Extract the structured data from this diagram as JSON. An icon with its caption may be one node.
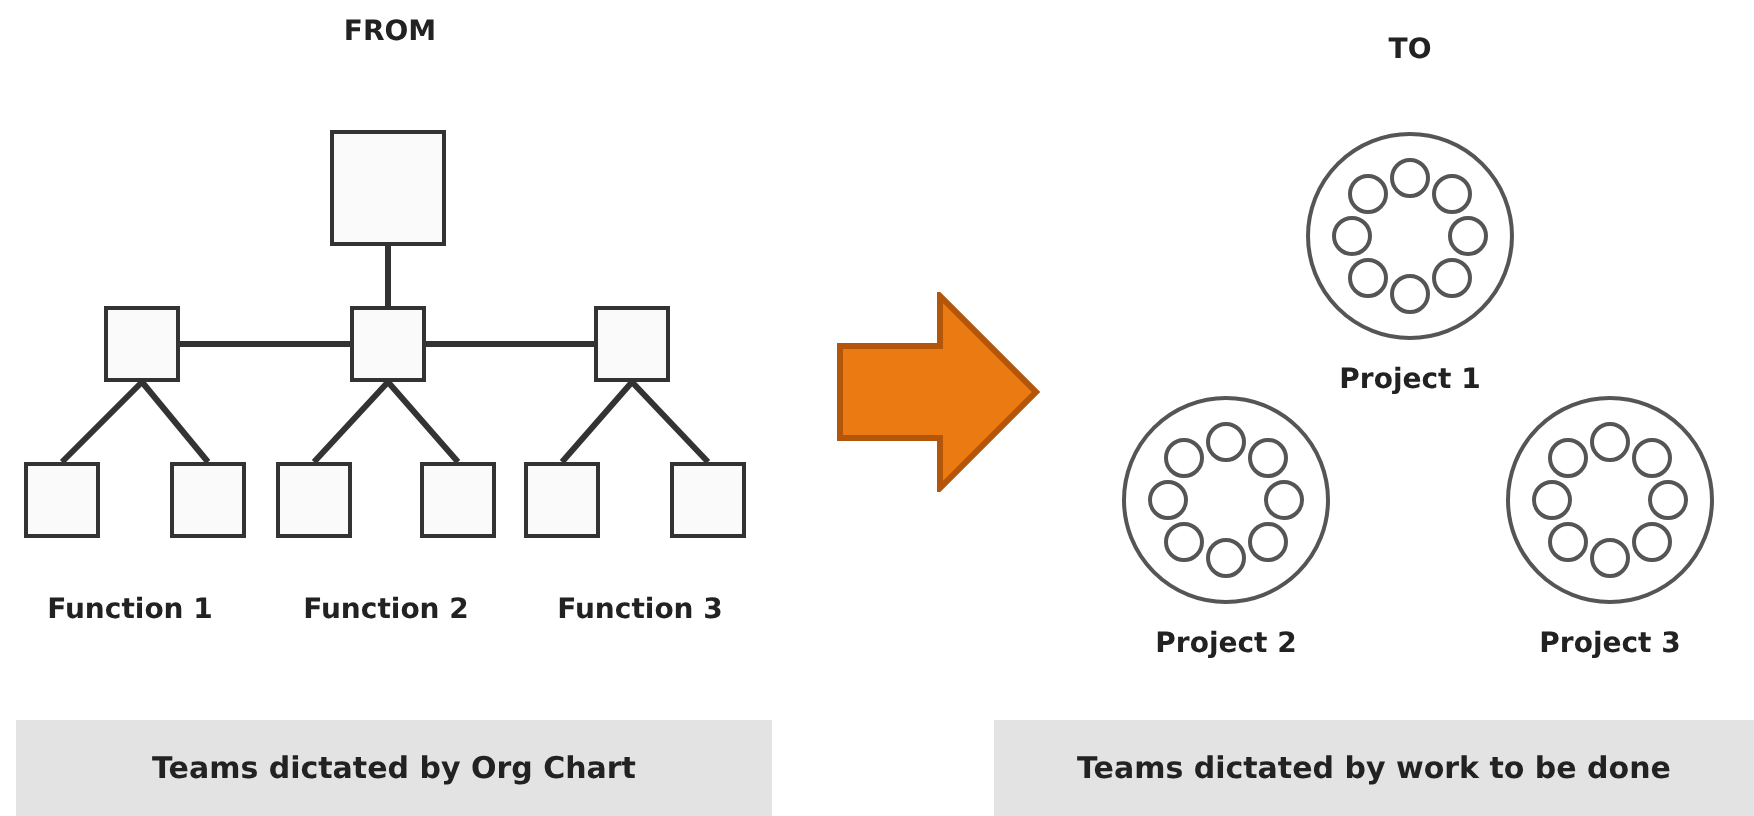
{
  "diagram": {
    "nodes": [
      {
        "text": [],
        "shape": "box"
      },
      {
        "text": [],
        "shape": "box"
      },
      {
        "text": [],
        "shape": "box"
      },
      {
        "text": [],
        "shape": "box"
      },
      {
        "text": [],
        "shape": "box"
      },
      {
        "text": [],
        "shape": "box"
      },
      {
        "text": [],
        "shape": "box"
      },
      {
        "text": [],
        "shape": "box"
      },
      {
        "text": [],
        "shape": "box"
      },
      {
        "text": [],
        "shape": "box"
      },
      {
        "text": [],
        "shape": "arrow"
      },
      {
        "text": [],
        "shape": "circle",
        "beside": [
          "Project 1"
        ]
      },
      {
        "text": [],
        "shape": "circle",
        "in": 11
      },
      {
        "text": [],
        "shape": "circle",
        "in": 11
      },
      {
        "text": [],
        "shape": "circle",
        "in": 11
      },
      {
        "text": [],
        "shape": "circle",
        "in": 11
      },
      {
        "text": [],
        "shape": "circle",
        "in": 11
      },
      {
        "text": [],
        "shape": "circle",
        "in": 11
      },
      {
        "text": [],
        "shape": "circle",
        "in": 11
      },
      {
        "text": [],
        "shape": "circle",
        "in": 11
      },
      {
        "text": [],
        "shape": "circle",
        "beside": [
          "Project 2"
        ]
      },
      {
        "text": [],
        "shape": "circle",
        "in": 20
      },
      {
        "text": [],
        "shape": "circle",
        "in": 20
      },
      {
        "text": [],
        "shape": "circle",
        "in": 20
      },
      {
        "text": [],
        "shape": "circle",
        "in": 20
      },
      {
        "text": [],
        "shape": "circle",
        "in": 20
      },
      {
        "text": [],
        "shape": "circle",
        "in": 20
      },
      {
        "text": [],
        "shape": "circle",
        "in": 20
      },
      {
        "text": [],
        "shape": "circle",
        "in": 20
      },
      {
        "text": [],
        "shape": "circle",
        "beside": [
          "Project 3"
        ]
      },
      {
        "text": [],
        "shape": "circle",
        "in": 29
      },
      {
        "text": [],
        "shape": "circle",
        "in": 29
      },
      {
        "text": [],
        "shape": "circle",
        "in": 29
      },
      {
        "text": [],
        "shape": "circle",
        "in": 29
      },
      {
        "text": [],
        "shape": "circle",
        "in": 29
      },
      {
        "text": [],
        "shape": "circle",
        "in": 29
      },
      {
        "text": [],
        "shape": "circle",
        "in": 29
      },
      {
        "text": [],
        "shape": "circle",
        "in": 29
      },
      {
        "text": [
          "Teams dictated by Org Chart"
        ]
      },
      {
        "text": [
          "Teams dictated by work to be done"
        ]
      }
    ],
    "edges": [
      {
        "from": 0,
        "to": 2,
        "arrow": "none"
      },
      {
        "from": 1,
        "to": 2,
        "arrow": "none"
      },
      {
        "from": 2,
        "to": 3,
        "arrow": "none"
      },
      {
        "from": 1,
        "to": 4,
        "arrow": "none"
      },
      {
        "from": 1,
        "to": 5,
        "arrow": "none"
      },
      {
        "from": 2,
        "to": 6,
        "arrow": "none"
      },
      {
        "from": 2,
        "to": 7,
        "arrow": "none"
      },
      {
        "from": 3,
        "to": 8,
        "arrow": "none"
      },
      {
        "from": 3,
        "to": 9,
        "arrow": "none"
      }
    ],
    "labels": [
      "FROM",
      "Function 1",
      "Function 2",
      "Function 3",
      "TO"
    ]
  }
}
